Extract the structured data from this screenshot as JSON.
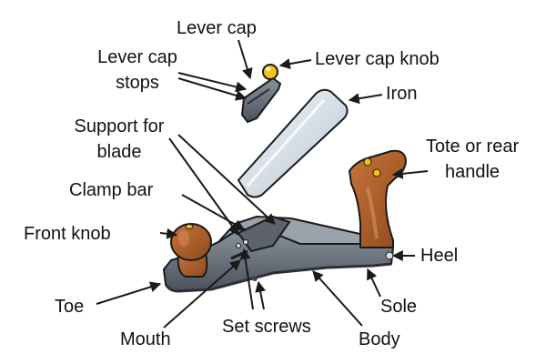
{
  "labels": {
    "lever_cap": "Lever cap",
    "lever_cap_stops_line1": "Lever cap",
    "lever_cap_stops_line2": "stops",
    "lever_cap_knob": "Lever cap knob",
    "iron": "Iron",
    "support_line1": "Support for",
    "support_line2": "blade",
    "tote_line1": "Tote or rear",
    "tote_line2": "handle",
    "clamp_bar": "Clamp bar",
    "front_knob": "Front knob",
    "heel": "Heel",
    "toe": "Toe",
    "sole": "Sole",
    "mouth": "Mouth",
    "set_screws": "Set screws",
    "body": "Body"
  },
  "colors": {
    "metal_body": "#6b7280",
    "metal_dark": "#3f4651",
    "wood": "#b05a24",
    "wood_dark": "#7a3a14",
    "brass": "#f2c21b",
    "blade": "#dbe4ee",
    "outline": "#1a1a1a"
  }
}
